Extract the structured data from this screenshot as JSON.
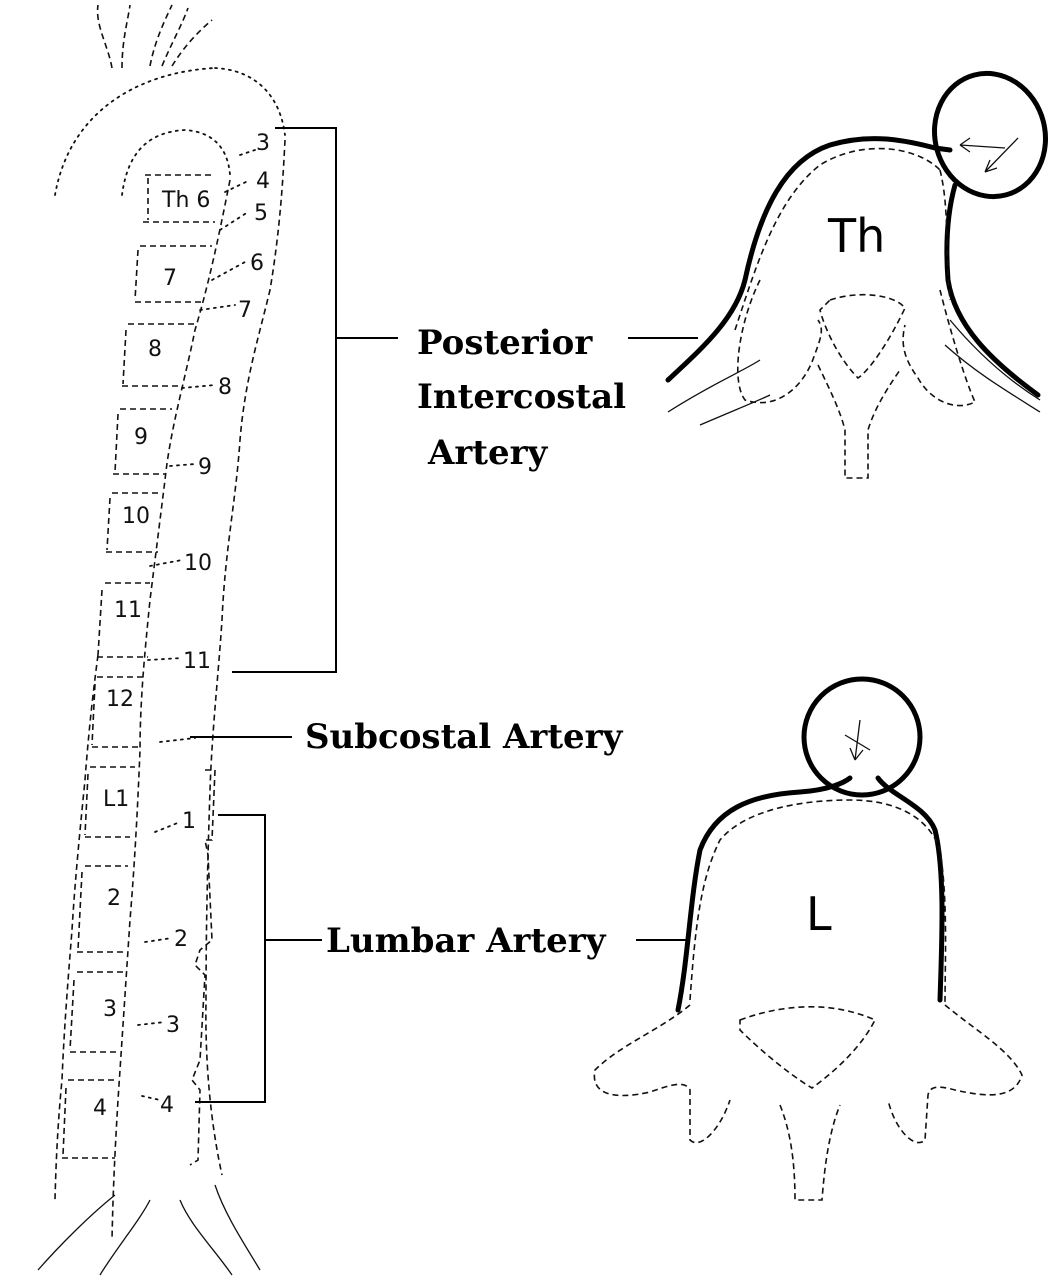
{
  "labels": {
    "posterior_line1": "Posterior",
    "posterior_line2": "Intercostal",
    "posterior_line3": "Artery",
    "subcostal": "Subcostal Artery",
    "lumbar": "Lumbar Artery",
    "thoracic_section": "Th",
    "lumbar_section": "L"
  },
  "vertebrae": [
    "Th 6",
    "7",
    "8",
    "9",
    "10",
    "11",
    "12",
    "L1",
    "2",
    "3",
    "4"
  ],
  "intercostal_numbers": [
    "3",
    "4",
    "5",
    "6",
    "7",
    "8",
    "9",
    "10",
    "11"
  ],
  "lumbar_numbers": [
    "1",
    "2",
    "3",
    "4"
  ]
}
